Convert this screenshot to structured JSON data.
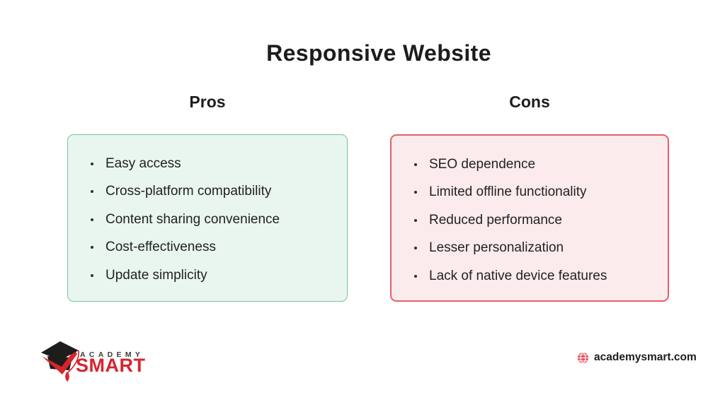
{
  "title": "Responsive Website",
  "pros": {
    "heading": "Pros",
    "items": [
      "Easy access",
      "Cross-platform compatibility",
      "Content sharing convenience",
      "Cost-effectiveness",
      "Update simplicity"
    ]
  },
  "cons": {
    "heading": "Cons",
    "items": [
      "SEO dependence",
      "Limited offline functionality",
      "Reduced performance",
      "Lesser personalization",
      "Lack of native device features"
    ]
  },
  "logo": {
    "top_text": "ACADEMY",
    "bottom_text": "SMART",
    "icon": "graduation-cap-icon"
  },
  "footer": {
    "website": "academysmart.com",
    "icon": "globe-icon"
  },
  "colors": {
    "background": "#ffffff",
    "text": "#1d1d1f",
    "pros_bg": "#e9f6ef",
    "pros_border": "#77c49c",
    "cons_bg": "#fcebec",
    "cons_border": "#e65f69",
    "brand_red": "#d6252e",
    "globe_red": "#e25663"
  }
}
